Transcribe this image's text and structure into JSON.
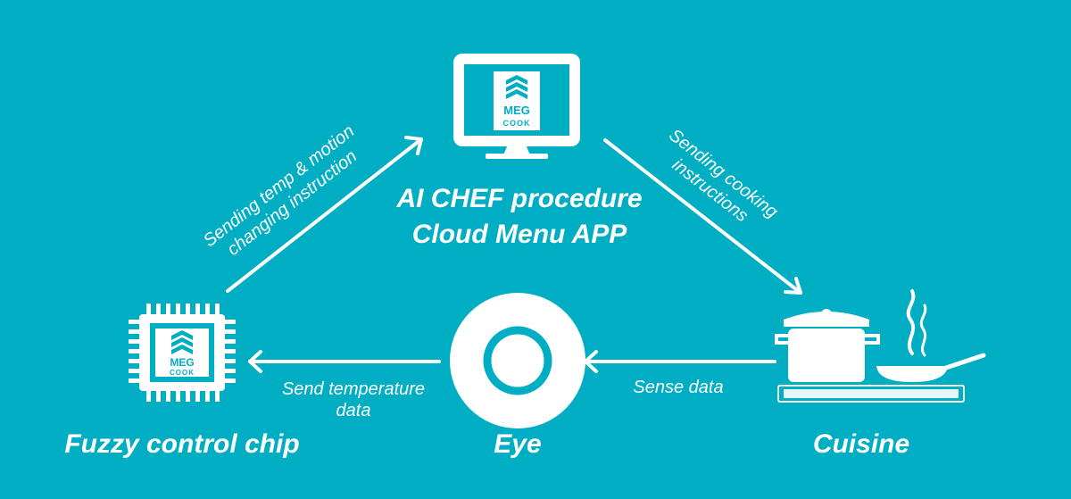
{
  "colors": {
    "background": "#00aec4",
    "foreground": "#ffffff"
  },
  "brand": {
    "line1": "MEG",
    "line2": "COOK"
  },
  "nodes": {
    "app": {
      "title_line1": "AI CHEF procedure",
      "title_line2": "Cloud Menu APP",
      "icon": "monitor-icon"
    },
    "chip": {
      "title": "Fuzzy control chip",
      "icon": "chip-icon"
    },
    "eye": {
      "title": "Eye",
      "icon": "eye-sensor-icon"
    },
    "cuisine": {
      "title": "Cuisine",
      "icon": "cookware-icon"
    }
  },
  "edges": {
    "chip_to_app": {
      "line1": "Sending temp & motion",
      "line2": "changing instruction"
    },
    "app_to_cuisine": {
      "line1": "Sending cooking",
      "line2": "instructions"
    },
    "cuisine_to_eye": {
      "line1": "Sense data"
    },
    "eye_to_chip": {
      "line1": "Send temperature",
      "line2": "data"
    }
  }
}
